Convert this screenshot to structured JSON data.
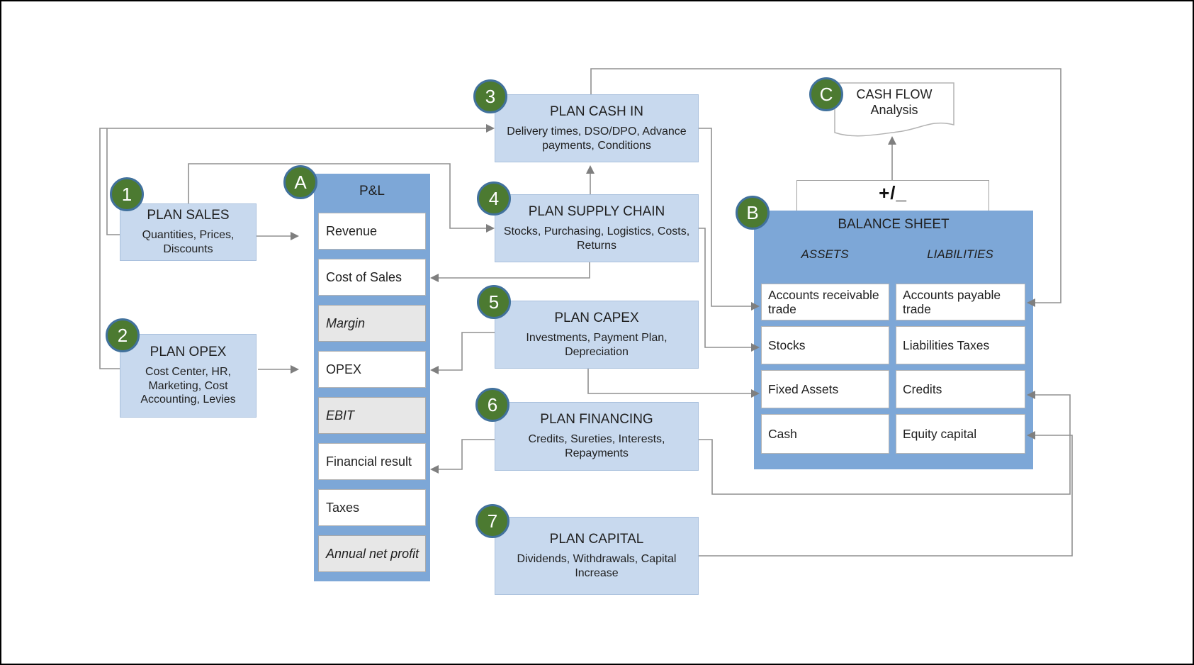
{
  "diagram": {
    "plan_boxes": [
      {
        "key": "sales",
        "badge": "1",
        "title": "PLAN SALES",
        "subtitle": "Quantities, Prices, Discounts"
      },
      {
        "key": "opex",
        "badge": "2",
        "title": "PLAN OPEX",
        "subtitle": "Cost Center, HR, Marketing, Cost Accounting, Levies"
      },
      {
        "key": "cashin",
        "badge": "3",
        "title": "PLAN CASH IN",
        "subtitle": "Delivery times, DSO/DPO, Advance payments, Conditions"
      },
      {
        "key": "supply",
        "badge": "4",
        "title": "PLAN SUPPLY CHAIN",
        "subtitle": "Stocks, Purchasing, Logistics, Costs, Returns"
      },
      {
        "key": "capex",
        "badge": "5",
        "title": "PLAN CAPEX",
        "subtitle": "Investments, Payment Plan, Depreciation"
      },
      {
        "key": "financing",
        "badge": "6",
        "title": "PLAN FINANCING",
        "subtitle": "Credits, Sureties, Interests, Repayments"
      },
      {
        "key": "capital",
        "badge": "7",
        "title": "PLAN CAPITAL",
        "subtitle": "Dividends, Withdrawals, Capital Increase"
      }
    ],
    "pnl": {
      "badge": "A",
      "title": "P&L",
      "rows": [
        {
          "label": "Revenue",
          "muted": false
        },
        {
          "label": "Cost of Sales",
          "muted": false
        },
        {
          "label": "Margin",
          "muted": true
        },
        {
          "label": "OPEX",
          "muted": false
        },
        {
          "label": "EBIT",
          "muted": true
        },
        {
          "label": "Financial result",
          "muted": false
        },
        {
          "label": "Taxes",
          "muted": false
        },
        {
          "label": "Annual net profit",
          "muted": true
        }
      ]
    },
    "balance_sheet": {
      "badge": "B",
      "title": "BALANCE SHEET",
      "assets_header": "ASSETS",
      "liabilities_header": "LIABILITIES",
      "assets": [
        "Accounts receivable trade",
        "Stocks",
        "Fixed Assets",
        "Cash"
      ],
      "liabilities": [
        "Accounts payable trade",
        "Liabilities Taxes",
        "Credits",
        "Equity capital"
      ]
    },
    "cash_flow": {
      "badge": "C",
      "line1": "CASH FLOW",
      "line2": "Analysis"
    },
    "plus_minus_label": "+/_",
    "colors": {
      "box_fill": "#c8d9ee",
      "box_border": "#a9c0dd",
      "steel_blue": "#7da7d7",
      "badge_green": "#4c7a31",
      "badge_ring": "#41719c",
      "connector_gray": "#909090",
      "muted_row_gray": "#e7e7e7"
    }
  }
}
